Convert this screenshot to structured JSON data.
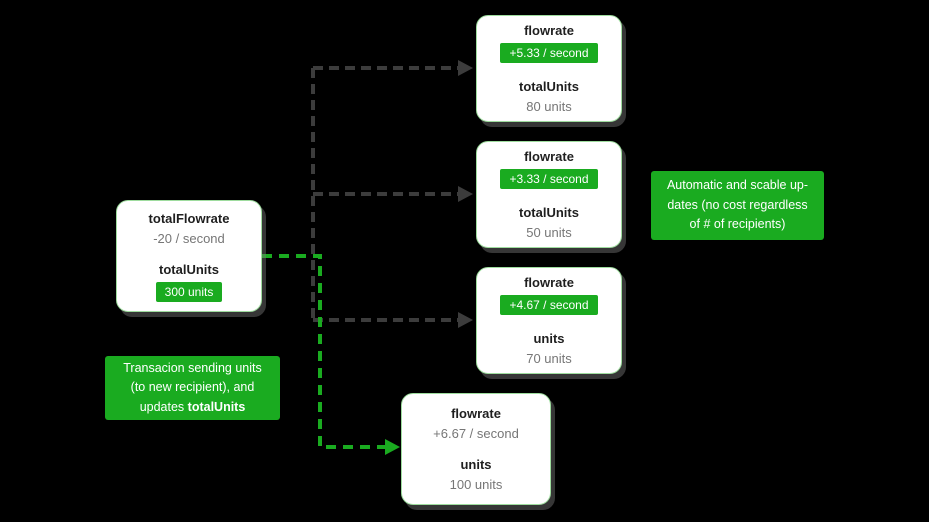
{
  "diagram": {
    "source_card": {
      "title": "totalFlowrate",
      "rate": "-20 / second",
      "units_label": "totalUnits",
      "units_badge": "300 units"
    },
    "recipient_cards": [
      {
        "title": "flowrate",
        "rate_badge": "+5.33 / second",
        "units_label": "totalUnits",
        "units_value": "80 units"
      },
      {
        "title": "flowrate",
        "rate_badge": "+3.33 / second",
        "units_label": "totalUnits",
        "units_value": "50 units"
      },
      {
        "title": "flowrate",
        "rate_badge": "+4.67 / second",
        "units_label": "units",
        "units_value": "70 units"
      }
    ],
    "new_recipient_card": {
      "title": "flowrate",
      "rate": "+6.67 / second",
      "units_label": "units",
      "units_value": "100 units"
    },
    "annotation_right": {
      "lines": [
        "Automatic and scable up-",
        "dates (no cost regardless",
        "of # of recipients)"
      ]
    },
    "annotation_left": {
      "line1": "Transacion sending units",
      "line2": "(to new recipient), and",
      "line3_prefix": "updates ",
      "line3_bold": "totalUnits"
    },
    "colors": {
      "accent_green": "#1aab20",
      "card_border": "#9edc9e",
      "arrow_dark": "#3c3c3c",
      "background": "#000000"
    }
  }
}
